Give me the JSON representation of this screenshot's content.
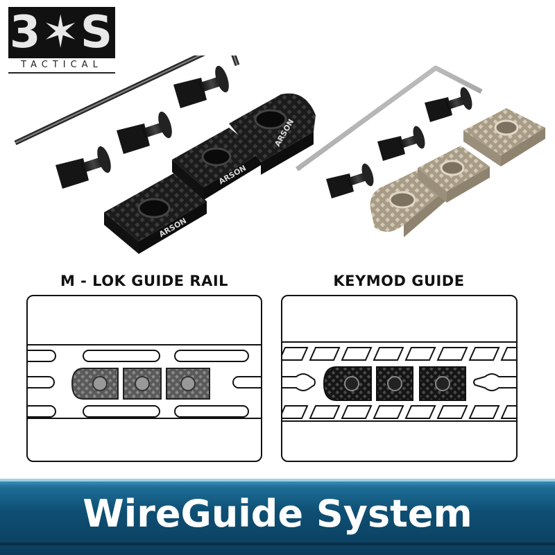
{
  "logo": {
    "mark": "3✶S",
    "subtitle": "TACTICAL"
  },
  "products": {
    "engraving": "ARSON",
    "black_set": {
      "color": "#161616",
      "screws": 3,
      "plates": 3
    },
    "tan_set": {
      "color": "#b7ad9a",
      "screws": 3,
      "plates": 3
    }
  },
  "diagrams": {
    "left": {
      "title": "M - LOK GUIDE RAIL"
    },
    "right": {
      "title": "KEYMOD GUIDE"
    }
  },
  "footer": {
    "title": "WireGuide System",
    "accent": "#0f4f74"
  }
}
